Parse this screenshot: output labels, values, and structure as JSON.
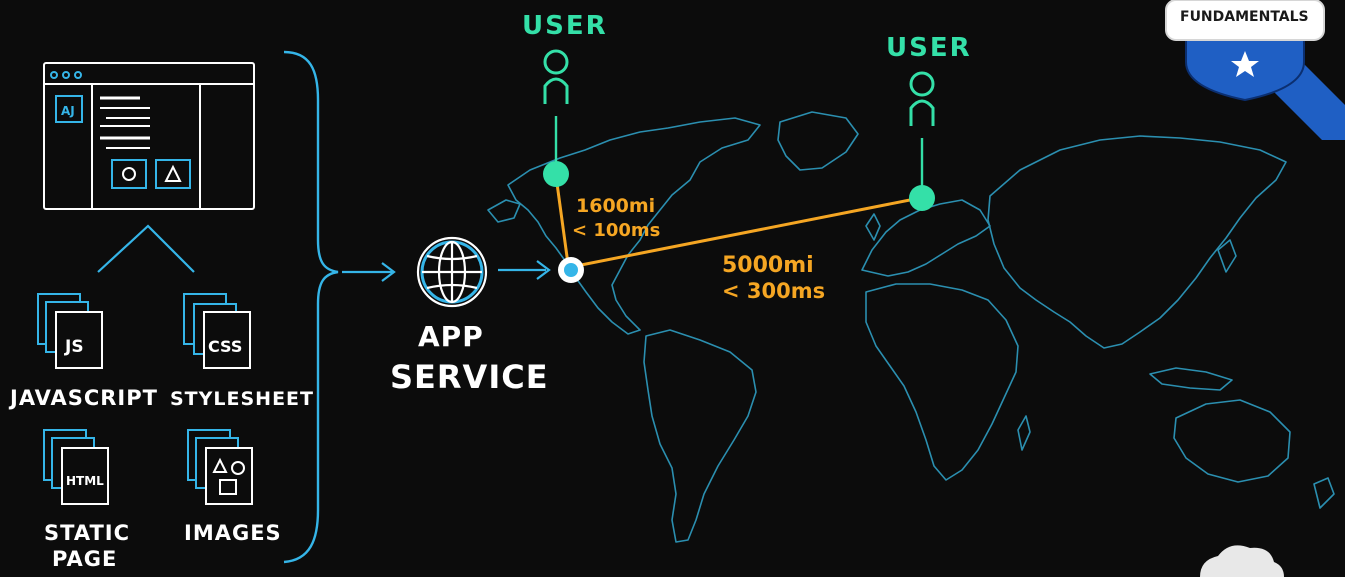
{
  "files": {
    "js_icon_text": "JS",
    "css_icon_text": "CSS",
    "html_icon_text": "HTML",
    "javascript_label": "JAVASCRIPT",
    "stylesheet_label": "STYLESHEET",
    "static_line1": "STATIC",
    "static_line2": "PAGE",
    "images_label": "IMAGES"
  },
  "service": {
    "line1": "APP",
    "line2": "SERVICE"
  },
  "users": {
    "left_label": "USER",
    "right_label": "USER"
  },
  "links": {
    "near_distance": "1600mi",
    "near_latency": "< 100ms",
    "far_distance": "5000mi",
    "far_latency": "< 300ms"
  },
  "badge": {
    "text": "FUNDAMENTALS"
  },
  "colors": {
    "background": "#0c0c0c",
    "map_outline": "#2b8fb0",
    "cyan_accent": "#35b5e8",
    "user_green": "#34e0a8",
    "link_orange": "#f5a623",
    "badge_blue": "#1f5fc4"
  }
}
